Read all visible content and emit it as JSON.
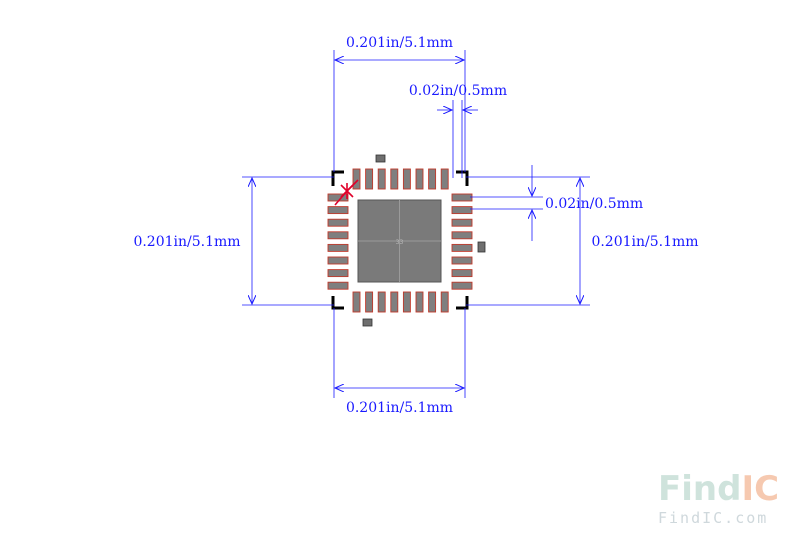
{
  "dimensions": {
    "top_width": "0.201in/5.1mm",
    "pitch_top": "0.02in/0.5mm",
    "pitch_right": "0.02in/0.5mm",
    "left_height": "0.201in/5.1mm",
    "right_height": "0.201in/5.1mm",
    "bottom_width": "0.201in/5.1mm"
  },
  "watermark": {
    "logo_find": "Find",
    "logo_ic": "IC",
    "url": "FindIC.com"
  },
  "colors": {
    "dimension_line": "#1a1aff",
    "pad": "#7f7f7f",
    "pad_outline": "#c0392b",
    "thermal_pad": "#7a7a7a",
    "pin1_marker": "#e0002a",
    "watermark_find": "#cfe3dc",
    "watermark_ic": "#f6c9b0"
  },
  "footprint": {
    "pins_per_side": 8,
    "pin1_symbol": "asterisk"
  }
}
